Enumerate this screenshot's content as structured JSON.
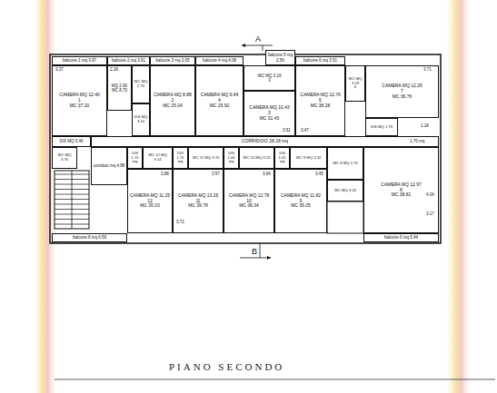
{
  "diagram": {
    "title": "PIANO SECONDO",
    "nodes": [
      {
        "text": [
          "balcone 1 mq 3.97"
        ]
      },
      {
        "text": [
          "balcone 2 mq 3.61"
        ]
      },
      {
        "text": [
          "balcone 3 mq 3.05"
        ]
      },
      {
        "text": [
          "balcone 4 mq 4.08"
        ]
      },
      {
        "text": [
          "balcone 5 mq 2.59"
        ]
      },
      {
        "text": [
          "balcone 6 mq 3.51"
        ]
      },
      {
        "text": [
          "CAMERA MQ 12.40",
          "1",
          "MC 37.20"
        ]
      },
      {
        "text": [
          "MQ 2.90",
          "MC 8.70"
        ]
      },
      {
        "text": [
          "WC MQ 2.75"
        ]
      },
      {
        "text": [
          "DIS MQ 3.10"
        ]
      },
      {
        "text": [
          "CAMERA MQ 8.88",
          "2",
          "MC 25.04"
        ]
      },
      {
        "text": [
          "CAMERA MQ 9.64",
          "4",
          "MC 25.92"
        ]
      },
      {
        "text": [
          "WC MQ 3.16",
          "3"
        ]
      },
      {
        "text": [
          "CAMERA MQ 10.43",
          "3",
          "MC 31.43"
        ]
      },
      {
        "text": [
          "CAMERA MQ 12.76",
          "6",
          "MC 38.28"
        ]
      },
      {
        "text": [
          "WC MQ 3.29",
          "6"
        ]
      },
      {
        "text": [
          "CAMERA MQ 12.25",
          "7",
          "MC 36.76"
        ]
      },
      {
        "text": [
          "DIS MQ 1.75"
        ]
      },
      {
        "text": [
          "DIS MQ 5.46"
        ]
      },
      {
        "text": [
          "CORRIDOIO 28.18 mq"
        ]
      },
      {
        "text": [
          "WC MQ 3.70"
        ]
      },
      {
        "text": [
          "corridoio mq 4.88"
        ]
      },
      {
        "text": [
          "DIS 1.70 mq"
        ]
      },
      {
        "text": [
          "WC 12 MQ 3.14"
        ]
      },
      {
        "text": [
          "DIS 1.70 mq"
        ]
      },
      {
        "text": [
          "WC 11 MQ 3.15"
        ]
      },
      {
        "text": [
          "DIS 1.66 mq"
        ]
      },
      {
        "text": [
          "WC 10 MQ 3.25"
        ]
      },
      {
        "text": [
          "DIS 1.61 mq"
        ]
      },
      {
        "text": [
          "WC 9 MQ 3.32"
        ]
      },
      {
        "text": [
          "WC 8 MQ 2.75"
        ]
      },
      {
        "text": [
          "WC MQ 3.25"
        ]
      },
      {
        "text": [
          "CAMERA MQ 11.25",
          "12",
          "MC 35.03"
        ]
      },
      {
        "text": [
          "CAMERA MQ 13.26",
          "11",
          "MC 39.78"
        ]
      },
      {
        "text": [
          "CAMERA MQ 12.78",
          "10",
          "MC 38.34"
        ]
      },
      {
        "text": [
          "CAMERA MQ 11.82",
          "9",
          "MC 35.05"
        ]
      },
      {
        "text": [
          "CAMERA MQ 12.97",
          "8",
          "MC 38.81"
        ]
      },
      {
        "text": [
          "balcone 8 mq 6.59"
        ]
      },
      {
        "text": [
          "balcone 6 mq 5.44"
        ]
      }
    ],
    "labels": [
      "A",
      "B",
      "3.37",
      "2.18",
      "3.47",
      "3.51",
      "3.71",
      "1.18",
      "1.70 mq",
      "3.88",
      "3.57",
      "3.64",
      "3.45",
      "3.72",
      "3.17",
      "4.04"
    ]
  }
}
